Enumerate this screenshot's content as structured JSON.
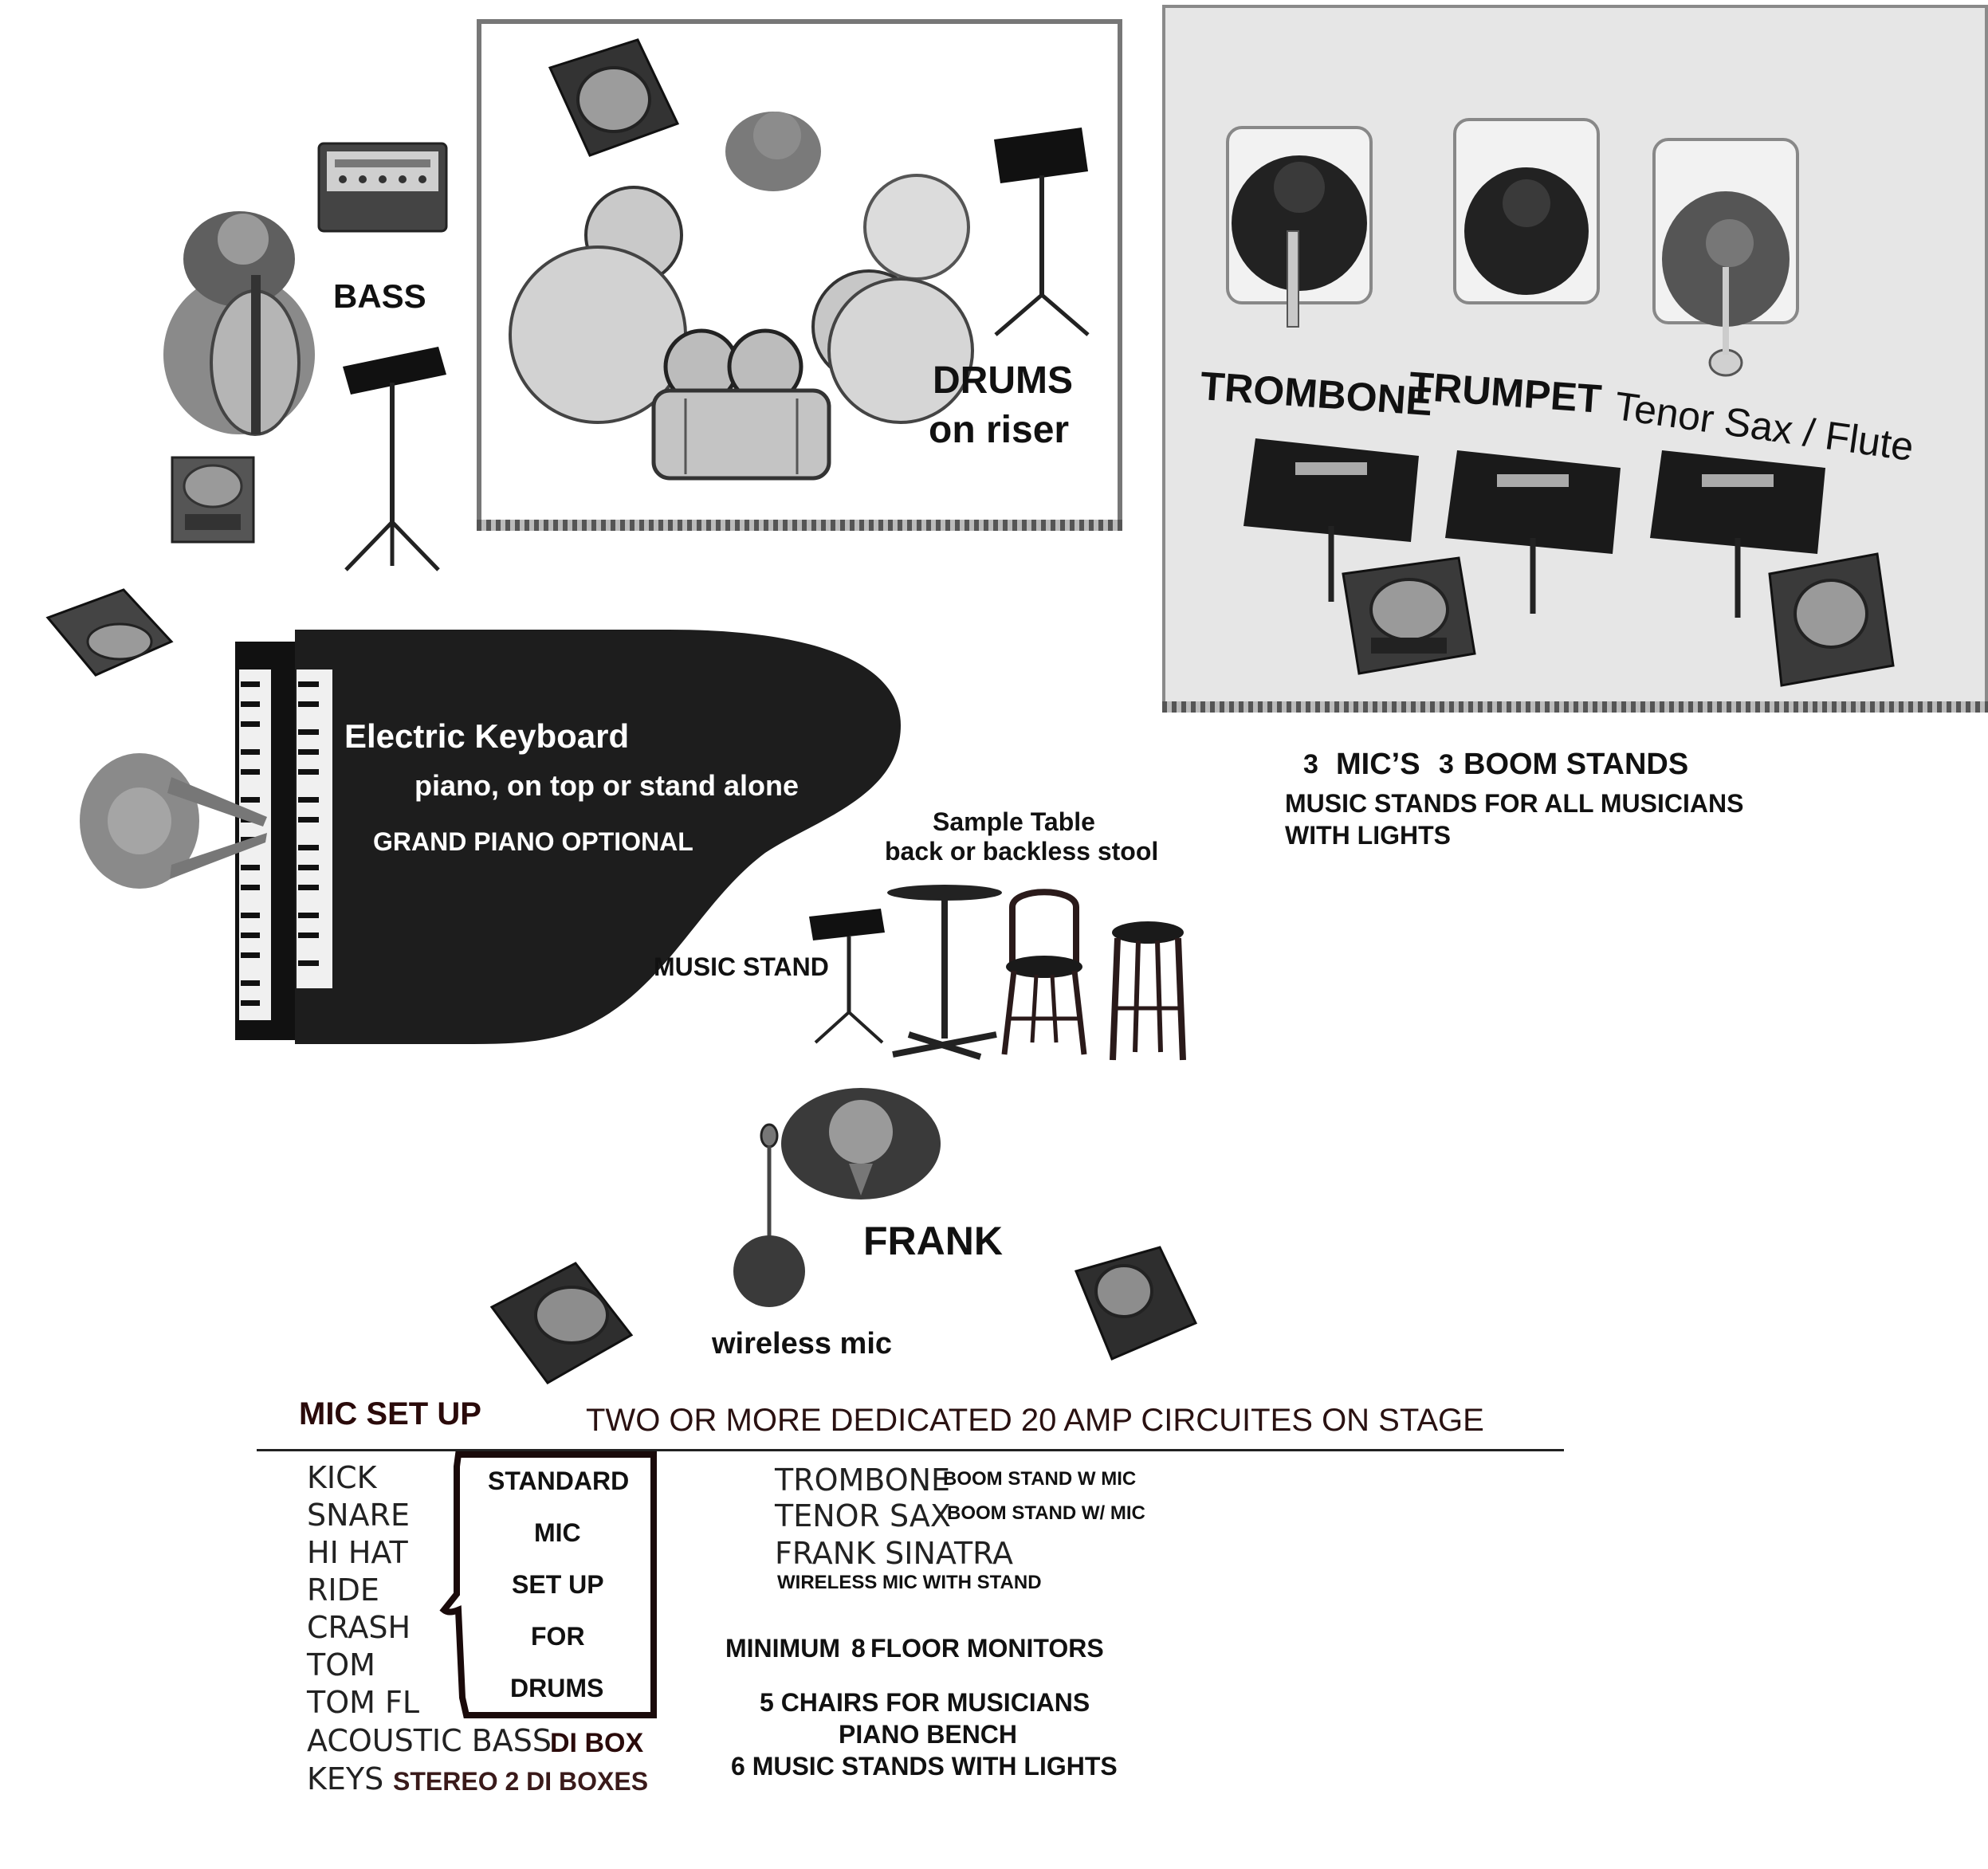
{
  "labels": {
    "bass": "BASS",
    "drums": "DRUMS",
    "drums_sub": "on riser",
    "trombone": "TROMBONE",
    "trumpet": "TRUMPET",
    "tenor_sax_flute": "Tenor Sax / Flute",
    "electric_keyboard": "Electric Keyboard",
    "keyboard_sub": "piano, on top or stand alone",
    "grand_piano": "GRAND PIANO OPTIONAL",
    "sample_table": "Sample Table",
    "stool": "back or backless stool",
    "music_stand": "MUSIC STAND",
    "frank": "FRANK",
    "wireless_mic": "wireless mic"
  },
  "horn_notes": {
    "line1_num1": "3",
    "line1_a": "MIC’S",
    "line1_num2": "3",
    "line1_b": "BOOM STANDS",
    "line2": "MUSIC STANDS FOR ALL MUSICIANS",
    "line3": "WITH LIGHTS"
  },
  "mic_setup": {
    "title": "MIC SET UP",
    "circuits": "TWO OR MORE DEDICATED 20 AMP CIRCUITES ON STAGE",
    "inputs": [
      "KICK",
      "SNARE",
      "HI HAT",
      "RIDE",
      "CRASH",
      "TOM",
      "TOM FL"
    ],
    "acoustic_bass": "ACOUSTIC BASS",
    "acoustic_bass_note": "DI BOX",
    "keys": "KEYS",
    "keys_note": "STEREO 2 DI BOXES",
    "bracket_lines": [
      "STANDARD",
      "MIC",
      "SET UP",
      "FOR",
      "DRUMS"
    ],
    "right": [
      {
        "name": "TROMBONE",
        "note": "BOOM STAND W MIC"
      },
      {
        "name": "TENOR SAX",
        "note": "BOOM STAND W/ MIC"
      },
      {
        "name": "FRANK SINATRA",
        "note": "WIRELESS MIC WITH STAND"
      }
    ],
    "monitors_num": "8",
    "monitors_a": "MINIMUM",
    "monitors_b": "FLOOR MONITORS",
    "chairs": "5 CHAIRS FOR MUSICIANS",
    "bench": "PIANO BENCH",
    "stands": "6 MUSIC STANDS WITH LIGHTS"
  }
}
